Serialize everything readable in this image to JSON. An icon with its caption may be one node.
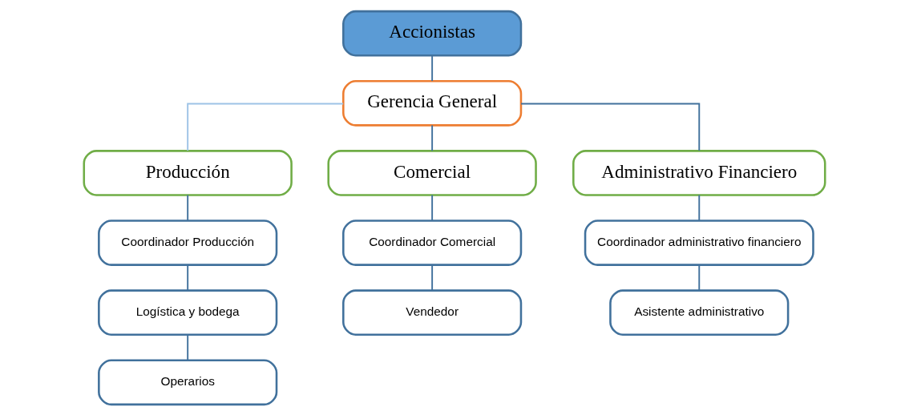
{
  "diagram": {
    "nodes": [
      {
        "text": [
          "Accionistas"
        ]
      },
      {
        "text": [
          "Gerencia General"
        ]
      },
      {
        "text": [
          "Producción"
        ]
      },
      {
        "text": [
          "Comercial"
        ]
      },
      {
        "text": [
          "Administrativo Financiero"
        ]
      },
      {
        "text": [
          "Coordinador Producción"
        ]
      },
      {
        "text": [
          "Logística y bodega"
        ]
      },
      {
        "text": [
          "Operarios"
        ]
      },
      {
        "text": [
          "Coordinador Comercial"
        ]
      },
      {
        "text": [
          "Vendedor"
        ]
      },
      {
        "text": [
          "Coordinador administrativo financiero"
        ]
      },
      {
        "text": [
          "Asistente administrativo"
        ]
      }
    ],
    "edges": [
      {
        "from": 0,
        "to": 1,
        "arrow": "none"
      },
      {
        "from": 1,
        "to": 2,
        "arrow": "none",
        "color": "#9dc3e6"
      },
      {
        "from": 1,
        "to": 3,
        "arrow": "none"
      },
      {
        "from": 1,
        "to": 4,
        "arrow": "none"
      },
      {
        "from": 2,
        "to": 5,
        "arrow": "none"
      },
      {
        "from": 5,
        "to": 6,
        "arrow": "none"
      },
      {
        "from": 6,
        "to": 7,
        "arrow": "none"
      },
      {
        "from": 3,
        "to": 8,
        "arrow": "none"
      },
      {
        "from": 8,
        "to": 9,
        "arrow": "none"
      },
      {
        "from": 4,
        "to": 10,
        "arrow": "none"
      },
      {
        "from": 10,
        "to": 11,
        "arrow": "none"
      }
    ]
  }
}
